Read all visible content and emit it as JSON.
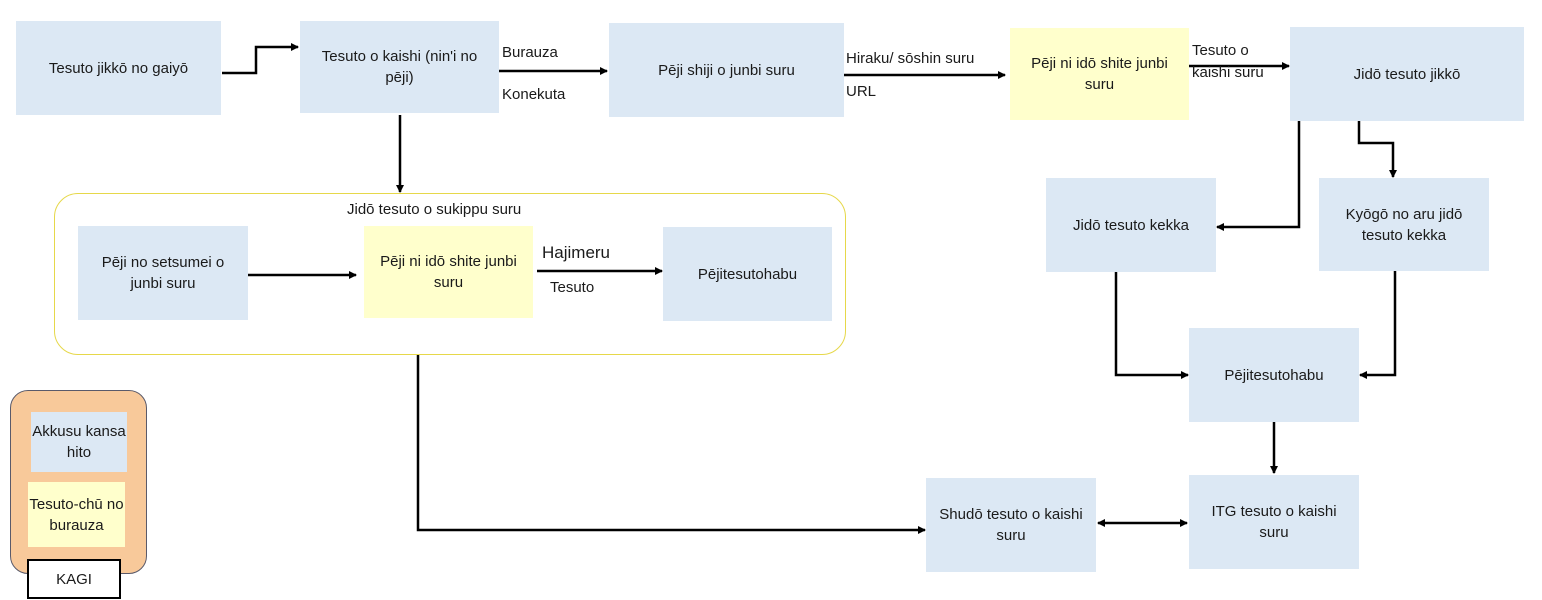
{
  "nodes": {
    "overview": "Tesuto jikkō no gaiyō",
    "start_page": "Tesuto o kaishi (nin'i no pēji)",
    "prepare_display": "Pēji shiji o junbi suru",
    "nav_prepare": "Pēji ni idō shite junbi suru",
    "auto_run": "Jidō tesuto jikkō",
    "auto_result": "Jidō tesuto kekka",
    "coop_result": "Kyōgō no aru jidō tesuto kekka",
    "hub_right": "Pējitesutohabu",
    "itg_start": "ITG tesuto o kaishi suru",
    "manual_start": "Shudō tesuto o kaishi suru",
    "prep_desc": "Pēji no setsumei o junbi suru",
    "nav_prepare_inner": "Pēji ni idō shite junbi suru",
    "hub_inner": "Pējitesutohabu"
  },
  "group": {
    "title": "Jidō tesuto o sukippu suru"
  },
  "edge_labels": {
    "browser": "Burauza",
    "connector": "Konekuta",
    "open_send": "Hiraku/ sōshin suru",
    "url": "URL",
    "start_test_line1": "Tesuto o",
    "start_test_line2": "kaishi suru",
    "begin": "Hajimeru",
    "test": "Tesuto"
  },
  "legend": {
    "access_person": "Akkusu kansa hito",
    "browser_testing": "Tesuto-chū no burauza",
    "key": "KAGI"
  },
  "colors": {
    "blue_box": "#dce8f4",
    "yellow_box": "#ffffcc",
    "legend_bg": "#f8c99a",
    "group_border": "#e6d84a"
  }
}
